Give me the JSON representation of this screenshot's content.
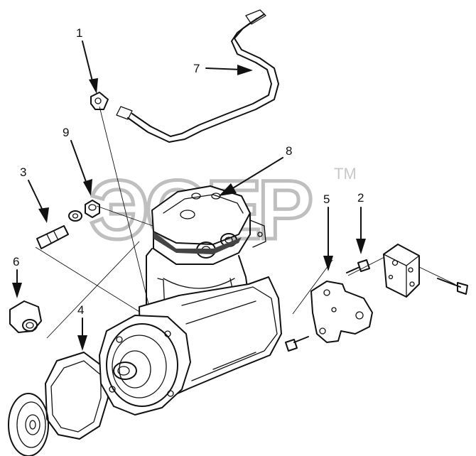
{
  "callouts": [
    {
      "id": "1",
      "text": "1"
    },
    {
      "id": "2",
      "text": "2"
    },
    {
      "id": "3",
      "text": "3"
    },
    {
      "id": "4",
      "text": "4"
    },
    {
      "id": "5",
      "text": "5"
    },
    {
      "id": "6",
      "text": "6"
    },
    {
      "id": "7",
      "text": "7"
    },
    {
      "id": "8",
      "text": "8"
    },
    {
      "id": "9",
      "text": "9"
    }
  ],
  "watermark": {
    "text": "ЭОЕР",
    "trademark": "TM"
  },
  "icons": [
    "air-compressor",
    "discharge-tube",
    "elbow-fitting",
    "plug",
    "gasket",
    "bracket",
    "spacer-block",
    "capscrew",
    "nut",
    "washer",
    "pulley"
  ]
}
